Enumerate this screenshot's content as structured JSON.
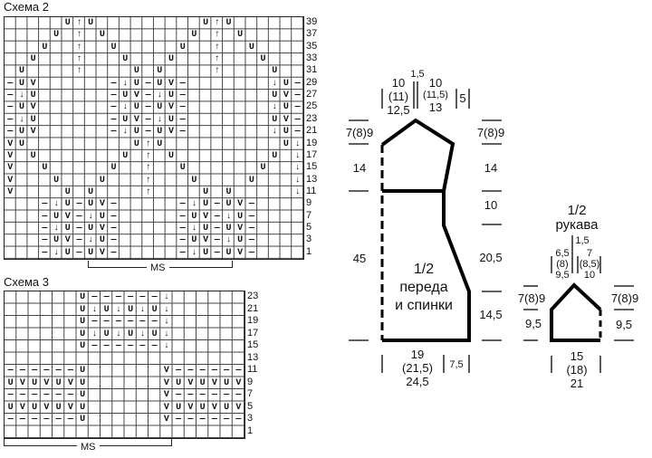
{
  "chart2": {
    "title": "Схема 2",
    "ms_label": "MS",
    "rows": [
      {
        "n": "39",
        "cells": "     U↑U         U↑U      "
      },
      {
        "n": "37",
        "cells": "    U ↑ U       U ↑ U     "
      },
      {
        "n": "35",
        "cells": "   U  ↑  U     U  ↑  U    "
      },
      {
        "n": "33",
        "cells": "  U   ↑   U   U   ↑   U   "
      },
      {
        "n": "31",
        "cells": " U    ↑    U U    ↑    U  "
      },
      {
        "n": "29",
        "cells": "—UV      —↓U—UV—       ↓U—"
      },
      {
        "n": "27",
        "cells": "—↓U      —UV—↓U—       UV—"
      },
      {
        "n": "25",
        "cells": "—UV      —↓U—UV—       ↓U—"
      },
      {
        "n": "23",
        "cells": "—↓U      —UV—↓U—       UV—"
      },
      {
        "n": "21",
        "cells": "—UV      —↓U—UV—       ↓U—"
      },
      {
        "n": "19",
        "cells": "VU         U↑U          U↓"
      },
      {
        "n": "17",
        "cells": "V U       U ↑ U        U ↓"
      },
      {
        "n": "15",
        "cells": "V  U     U  ↑  U      U  ↓"
      },
      {
        "n": "13",
        "cells": "V   U   U   ↑   U    U   ↓"
      },
      {
        "n": "11",
        "cells": "V    U U    ↑    U U     ↓"
      },
      {
        "n": "9",
        "cells": "   —↓U—UV—     —↓U—UV—    "
      },
      {
        "n": "7",
        "cells": "   —UV—↓U—     —UV—↓U—    "
      },
      {
        "n": "5",
        "cells": "   —↓U—UV—     —↓U—UV—    "
      },
      {
        "n": "3",
        "cells": "   —UV—↓U—     —UV—↓U—    "
      },
      {
        "n": "1",
        "cells": "   —↓U—UV—     —↓U—UV—    "
      }
    ]
  },
  "chart3": {
    "title": "Схема 3",
    "ms_label": "MS",
    "rows": [
      {
        "n": "23",
        "cells": "      U——————↓      "
      },
      {
        "n": "21",
        "cells": "      U↓U↓U↓U↓      "
      },
      {
        "n": "19",
        "cells": "      U——————↓      "
      },
      {
        "n": "17",
        "cells": "      U↓U↓U↓U↓      "
      },
      {
        "n": "15",
        "cells": "      U——————↓      "
      },
      {
        "n": "13",
        "cells": "                    "
      },
      {
        "n": "11",
        "cells": "——————U      V——————"
      },
      {
        "n": "9",
        "cells": "UVUVUVU      VUVUVUV"
      },
      {
        "n": "7",
        "cells": "——————U      V——————"
      },
      {
        "n": "5",
        "cells": "UVUVUVU      VUVUVUV"
      },
      {
        "n": "3",
        "cells": "——————U      V——————"
      },
      {
        "n": "1",
        "cells": "                    "
      }
    ]
  },
  "body": {
    "label1": "1/2",
    "label2": "переда",
    "label3": "и спинки",
    "neck_left": [
      "10",
      "(11)",
      "12,5"
    ],
    "neck_drop": "1,5",
    "shoulder": [
      "10",
      "(11,5)",
      "13"
    ],
    "shoulder_drop": "5",
    "left_dims": [
      "7(8)9",
      "14",
      "45"
    ],
    "right_dims": [
      "7(8)9",
      "14",
      "10",
      "20,5",
      "14,5"
    ],
    "bottom": [
      "19",
      "(21,5)",
      "24,5"
    ],
    "bottom_side": "7,5"
  },
  "sleeve": {
    "label1": "1/2",
    "label2": "рукава",
    "top_left": [
      "6,5",
      "(8)",
      "9,5"
    ],
    "top_drop": "1,5",
    "top_right": [
      "7",
      "(8,5)",
      "10"
    ],
    "left_dims": [
      "7(8)9",
      "9,5"
    ],
    "right_dims": [
      "7(8)9",
      "9,5"
    ],
    "bottom": [
      "15",
      "(18)",
      "21"
    ]
  }
}
